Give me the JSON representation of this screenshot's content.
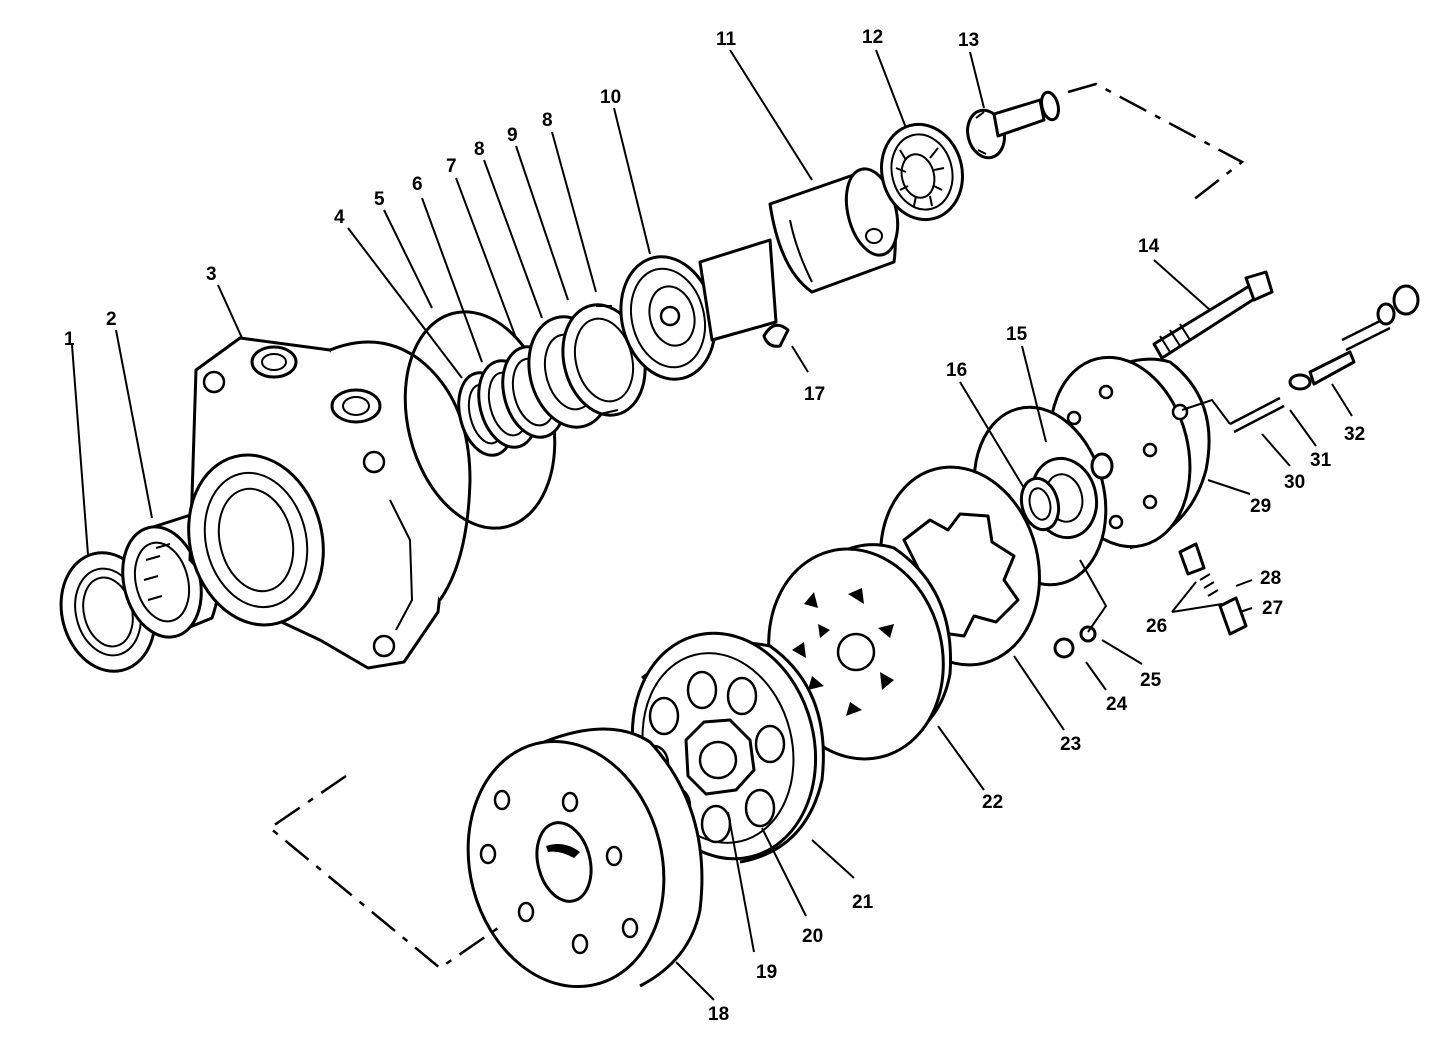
{
  "callouts": [
    {
      "id": "c1",
      "text": "1"
    },
    {
      "id": "c2",
      "text": "2"
    },
    {
      "id": "c3",
      "text": "3"
    },
    {
      "id": "c4",
      "text": "4"
    },
    {
      "id": "c5",
      "text": "5"
    },
    {
      "id": "c6",
      "text": "6"
    },
    {
      "id": "c7",
      "text": "7"
    },
    {
      "id": "c8a",
      "text": "8"
    },
    {
      "id": "c9",
      "text": "9"
    },
    {
      "id": "c8b",
      "text": "8"
    },
    {
      "id": "c10",
      "text": "10"
    },
    {
      "id": "c11",
      "text": "11"
    },
    {
      "id": "c12",
      "text": "12"
    },
    {
      "id": "c13",
      "text": "13"
    },
    {
      "id": "c14",
      "text": "14"
    },
    {
      "id": "c15",
      "text": "15"
    },
    {
      "id": "c16",
      "text": "16"
    },
    {
      "id": "c17",
      "text": "17"
    },
    {
      "id": "c18",
      "text": "18"
    },
    {
      "id": "c19",
      "text": "19"
    },
    {
      "id": "c20",
      "text": "20"
    },
    {
      "id": "c21",
      "text": "21"
    },
    {
      "id": "c22",
      "text": "22"
    },
    {
      "id": "c23",
      "text": "23"
    },
    {
      "id": "c24",
      "text": "24"
    },
    {
      "id": "c25",
      "text": "25"
    },
    {
      "id": "c26",
      "text": "26"
    },
    {
      "id": "c27",
      "text": "27"
    },
    {
      "id": "c28",
      "text": "28"
    },
    {
      "id": "c29",
      "text": "29"
    },
    {
      "id": "c30",
      "text": "30"
    },
    {
      "id": "c31",
      "text": "31"
    },
    {
      "id": "c32",
      "text": "32"
    }
  ]
}
